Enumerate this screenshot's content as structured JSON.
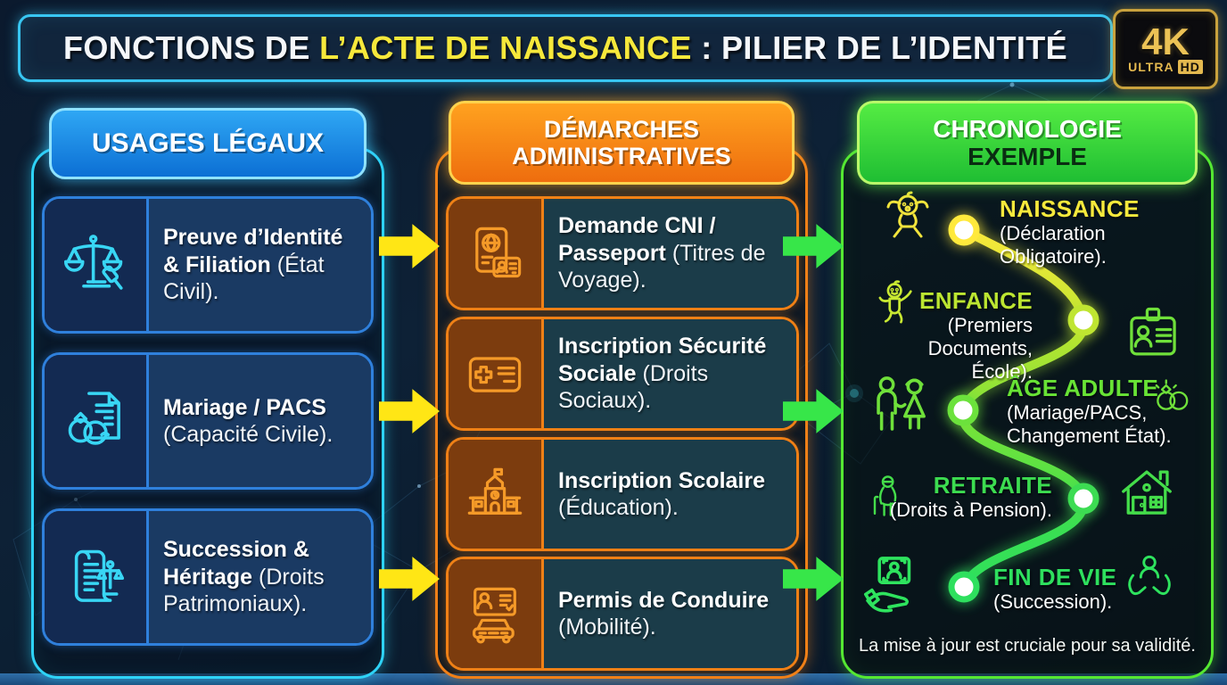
{
  "title": {
    "prefix": "FONCTIONS DE ",
    "highlight": "L’ACTE DE NAISSANCE",
    "suffix": " : PILIER DE L’IDENTITÉ",
    "highlight_color": "#f6e83b"
  },
  "badge_4k": {
    "main": "4K",
    "sub_left": "ULTRA",
    "sub_right": "HD"
  },
  "columns": {
    "legal": {
      "header": "USAGES LÉGAUX",
      "accent_color": "#2aa7f2",
      "items": [
        {
          "icon": "scales-gavel-icon",
          "title": "Preuve d’Identité & Filiation",
          "subtitle": "(État Civil)."
        },
        {
          "icon": "rings-document-icon",
          "title": "Mariage / PACS",
          "subtitle": "(Capacité Civile)."
        },
        {
          "icon": "scroll-scales-icon",
          "title": "Succession & Héritage",
          "subtitle": "(Droits Patrimoniaux)."
        }
      ]
    },
    "administrative": {
      "header_line1": "DÉMARCHES",
      "header_line2": "ADMINISTRATIVES",
      "accent_color": "#f08018",
      "items": [
        {
          "icon": "passport-icon",
          "title": "Demande CNI / Passeport",
          "subtitle": "(Titres de Voyage)."
        },
        {
          "icon": "health-card-icon",
          "title": "Inscription Sécurité Sociale",
          "subtitle": "(Droits Sociaux)."
        },
        {
          "icon": "school-icon",
          "title": "Inscription Scolaire",
          "subtitle": "(Éducation)."
        },
        {
          "icon": "car-license-icon",
          "title": "Permis de Conduire",
          "subtitle": "(Mobilité)."
        }
      ]
    },
    "chronology": {
      "header_line1": "CHRONOLOGIE",
      "header_line2": "EXEMPLE",
      "accent_color": "#46e52e",
      "steps": [
        {
          "icon": "baby-icon",
          "label": "NAISSANCE",
          "detail": "(Déclaration Obligatoire).",
          "label_color": "#f7e93c"
        },
        {
          "icon": "toddler-icon",
          "side_icon": "id-badge-icon",
          "label": "ENFANCE",
          "detail": "(Premiers Documents, École).",
          "label_color": "#bce531"
        },
        {
          "icon": "couple-icon",
          "side_icon": "wedding-rings-icon",
          "label": "ÂGE ADULTE",
          "detail": "(Mariage/PACS, Changement État).",
          "label_color": "#68e335"
        },
        {
          "icon": "elderly-icon",
          "side_icon": "house-icon",
          "label": "RETRAITE",
          "detail": "(Droits à Pension).",
          "label_color": "#3cdc50"
        },
        {
          "icon": "hand-card-icon",
          "side_icon": "caring-hands-icon",
          "label": "FIN DE VIE",
          "detail": "(Succession).",
          "label_color": "#2ee05e"
        }
      ],
      "footer": "La mise à jour est cruciale pour sa validité."
    }
  }
}
